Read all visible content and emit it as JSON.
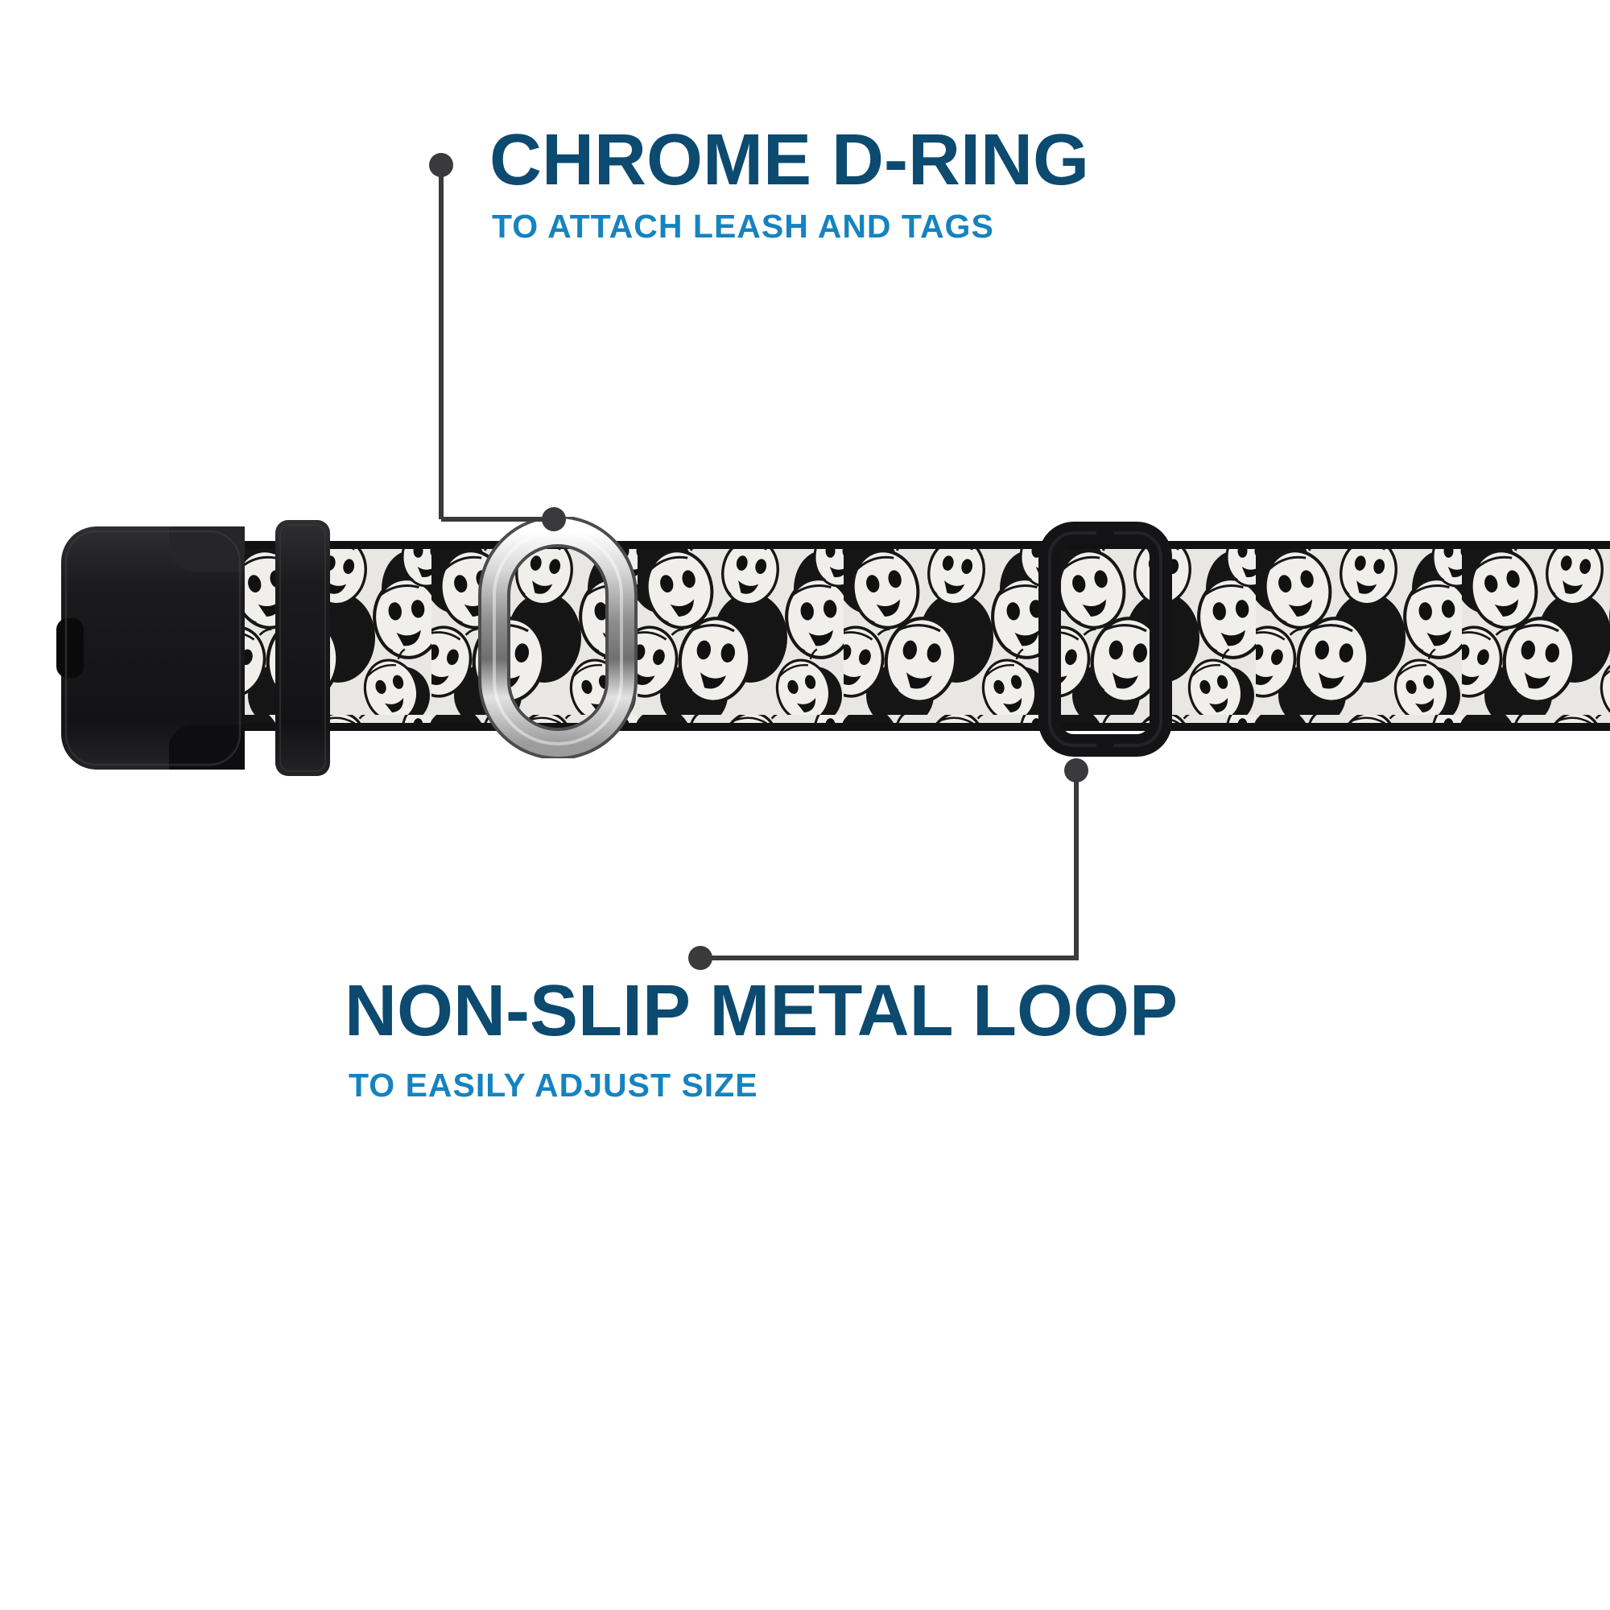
{
  "callouts": {
    "dring": {
      "title": "CHROME D-RING",
      "subtitle": "TO ATTACH LEASH AND TAGS"
    },
    "slider": {
      "title": "NON-SLIP METAL LOOP",
      "subtitle": "TO EASILY ADJUST SIZE"
    }
  },
  "colors": {
    "title_text": "#0c4a70",
    "subtitle_text": "#1583bf",
    "callout_line": "#3a3a3c",
    "buckle_black": "#1b1b1d",
    "chrome_light": "#f4f4f4",
    "chrome_dark": "#6f6f6f",
    "strap_edge": "#121212",
    "pattern_light": "#e8e7e3",
    "pattern_dark": "#151515"
  },
  "parts": {
    "buckle": "black side-release buckle",
    "ring": "chrome D-ring",
    "slider": "black metal slider loop",
    "strap": "zombie print webbing"
  }
}
